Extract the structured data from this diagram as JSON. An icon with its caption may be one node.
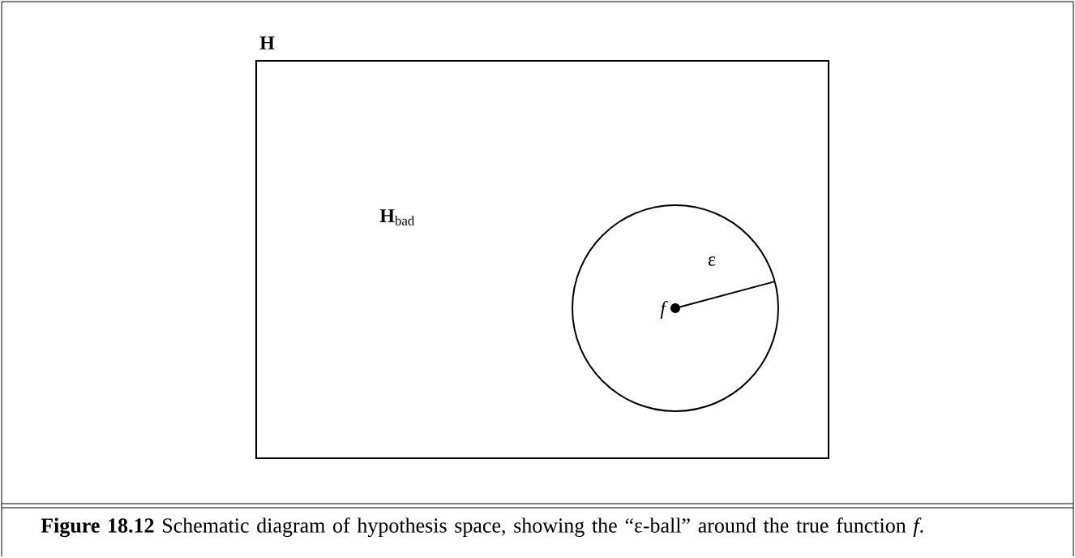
{
  "diagram": {
    "caption": "**Figure 18.12** Schematic diagram of hypothesis space, showing the “ε-ball” around the true function *f*.",
    "nodes": [
      {
        "text": [
          "H"
        ]
      },
      {
        "text": [],
        "shape": "circle",
        "in": 0
      },
      {
        "text": [],
        "shape": "circle",
        "in": 1,
        "beside": [
          "*f*"
        ]
      }
    ],
    "labels": [
      "**H**$_{bad}$",
      "ε"
    ]
  }
}
